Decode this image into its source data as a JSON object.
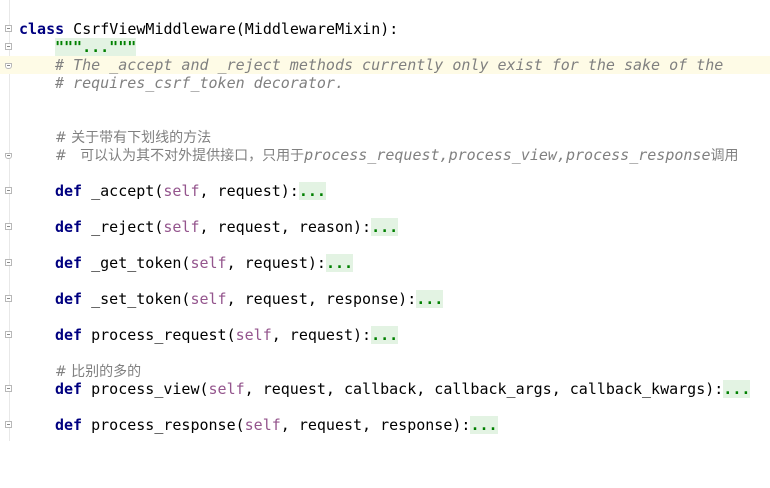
{
  "lines": {
    "class": {
      "kw": "class",
      "text": " CsrfViewMiddleware(MiddlewareMixin):"
    },
    "docstring": {
      "text": "\"\"\"...\"\"\""
    },
    "comment1": {
      "text": "# The _accept and _reject methods currently only exist for the sake of the"
    },
    "comment2": {
      "text": "# requires_csrf_token decorator."
    },
    "comment3": {
      "text": "# 关于带有下划线的方法"
    },
    "comment4": {
      "prefix": "#   可以认为其不对外提供接口，只用于",
      "italic": "process_request,process_view,process_response",
      "suffix": "调用"
    },
    "accept": {
      "kw": "def",
      "name": " _accept(",
      "self": "self",
      "args": ", request):",
      "dots": "..."
    },
    "reject": {
      "kw": "def",
      "name": " _reject(",
      "self": "self",
      "args": ", request, reason):",
      "dots": "..."
    },
    "get_token": {
      "kw": "def",
      "name": " _get_token(",
      "self": "self",
      "args": ", request):",
      "dots": "..."
    },
    "set_token": {
      "kw": "def",
      "name": " _set_token(",
      "self": "self",
      "args": ", request, response):",
      "dots": "..."
    },
    "process_request": {
      "kw": "def",
      "name": " process_request(",
      "self": "self",
      "args": ", request):",
      "dots": "..."
    },
    "comment5": {
      "text": "# 比别的多的"
    },
    "process_view": {
      "kw": "def",
      "name": " process_view(",
      "self": "self",
      "args": ", request, callback, callback_args, callback_kwargs):",
      "dots": "..."
    },
    "process_response": {
      "kw": "def",
      "name": " process_response(",
      "self": "self",
      "args": ", request, response):",
      "dots": "..."
    }
  },
  "colors": {
    "keyword": "#000080",
    "self": "#94558d",
    "comment": "#808080",
    "folded": "#008000",
    "current_line": "#fefbe6"
  }
}
